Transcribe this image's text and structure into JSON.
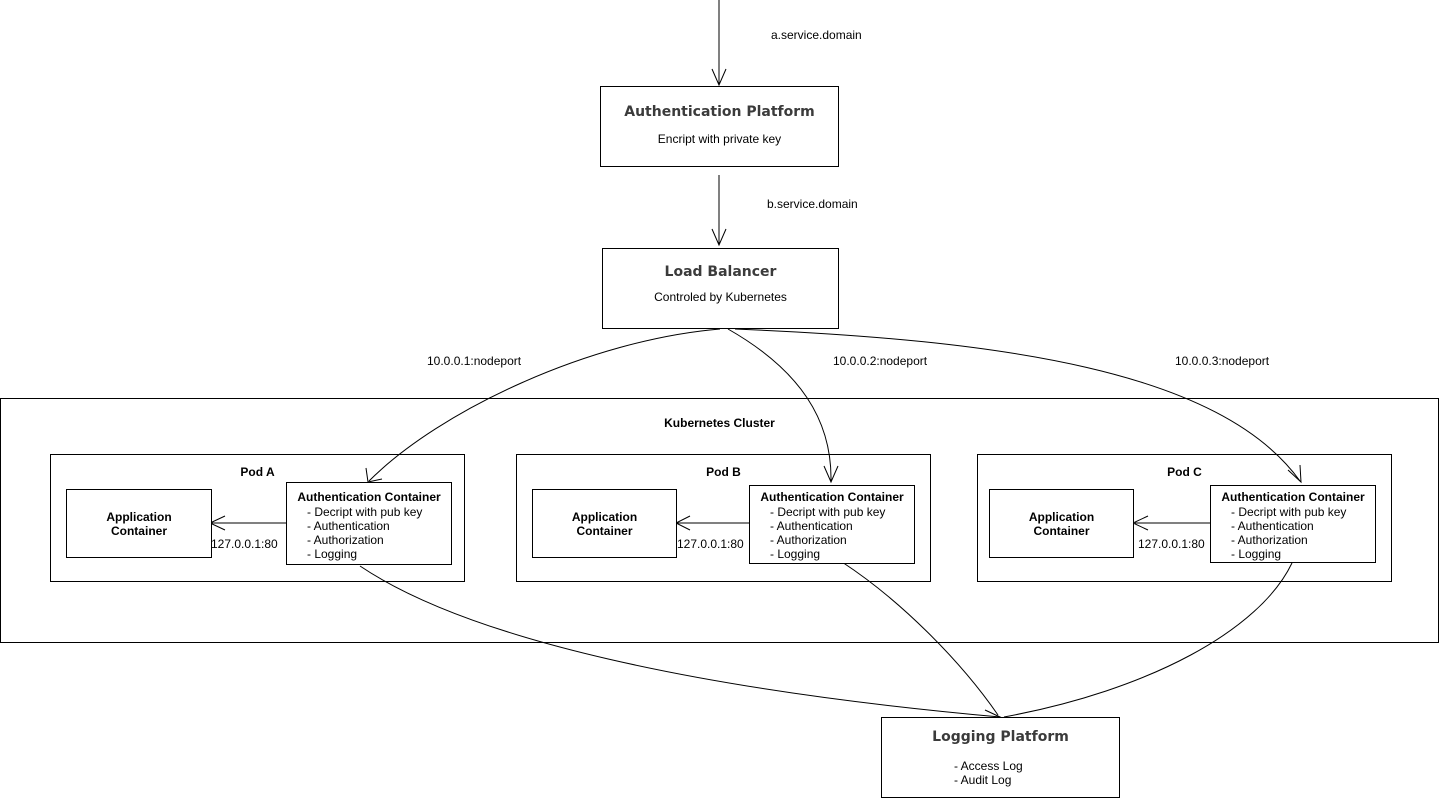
{
  "edges": {
    "a_label": "a.service.domain",
    "b_label": "b.service.domain",
    "node1_label": "10.0.0.1:nodeport",
    "node2_label": "10.0.0.2:nodeport",
    "node3_label": "10.0.0.3:nodeport"
  },
  "auth_platform": {
    "title": "Authentication Platform",
    "subtitle": "Encript with private key"
  },
  "load_balancer": {
    "title": "Load Balancer",
    "subtitle": "Controled by Kubernetes"
  },
  "cluster": {
    "title": "Kubernetes Cluster",
    "pods": [
      {
        "title": "Pod A",
        "app": "Application\nContainer",
        "link_label": "127.0.0.1:80",
        "auth": {
          "title": "Authentication Container",
          "items": [
            "- Decript with pub key",
            "- Authentication",
            "- Authorization",
            "- Logging"
          ]
        }
      },
      {
        "title": "Pod B",
        "app": "Application\nContainer",
        "link_label": "127.0.0.1:80",
        "auth": {
          "title": "Authentication Container",
          "items": [
            "- Decript with pub key",
            "- Authentication",
            "- Authorization",
            "- Logging"
          ]
        }
      },
      {
        "title": "Pod C",
        "app": "Application\nContainer",
        "link_label": "127.0.0.1:80",
        "auth": {
          "title": "Authentication Container",
          "items": [
            "- Decript with pub key",
            "- Authentication",
            "- Authorization",
            "- Logging"
          ]
        }
      }
    ]
  },
  "logging_platform": {
    "title": "Logging Platform",
    "items": [
      "- Access Log",
      "- Audit Log"
    ]
  }
}
